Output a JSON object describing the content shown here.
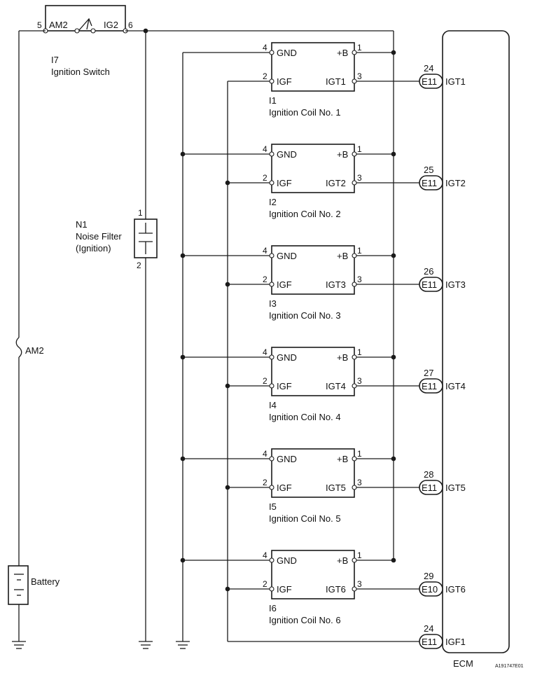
{
  "ignition_switch": {
    "ref": "I7",
    "name": "Ignition Switch",
    "left_label": "AM2",
    "right_label": "IG2",
    "left_pin": "5",
    "right_pin": "6"
  },
  "noise_filter": {
    "ref": "N1",
    "name_line1": "Noise Filter",
    "name_line2": "(Ignition)",
    "pin_top": "1",
    "pin_bottom": "2"
  },
  "fuse": {
    "label": "AM2"
  },
  "battery": {
    "label": "Battery"
  },
  "coil_pins": {
    "gnd_label": "GND",
    "igf_label": "IGF",
    "b_label": "+B",
    "gnd_pin": "4",
    "igf_pin": "2",
    "b_pin": "1",
    "igt_pin": "3"
  },
  "coils": [
    {
      "ref": "I1",
      "name": "Ignition Coil No. 1",
      "igt_label": "IGT1",
      "conn": "E11",
      "conn_pin": "24",
      "ecm_label": "IGT1"
    },
    {
      "ref": "I2",
      "name": "Ignition Coil No. 2",
      "igt_label": "IGT2",
      "conn": "E11",
      "conn_pin": "25",
      "ecm_label": "IGT2"
    },
    {
      "ref": "I3",
      "name": "Ignition Coil No. 3",
      "igt_label": "IGT3",
      "conn": "E11",
      "conn_pin": "26",
      "ecm_label": "IGT3"
    },
    {
      "ref": "I4",
      "name": "Ignition Coil No. 4",
      "igt_label": "IGT4",
      "conn": "E11",
      "conn_pin": "27",
      "ecm_label": "IGT4"
    },
    {
      "ref": "I5",
      "name": "Ignition Coil No. 5",
      "igt_label": "IGT5",
      "conn": "E11",
      "conn_pin": "28",
      "ecm_label": "IGT5"
    },
    {
      "ref": "I6",
      "name": "Ignition Coil No. 6",
      "igt_label": "IGT6",
      "conn": "E10",
      "conn_pin": "29",
      "ecm_label": "IGT6"
    }
  ],
  "igf_connector": {
    "conn": "E11",
    "conn_pin": "24",
    "ecm_label": "IGF1"
  },
  "ecm": {
    "label": "ECM"
  },
  "figure_id": "A191747E01"
}
